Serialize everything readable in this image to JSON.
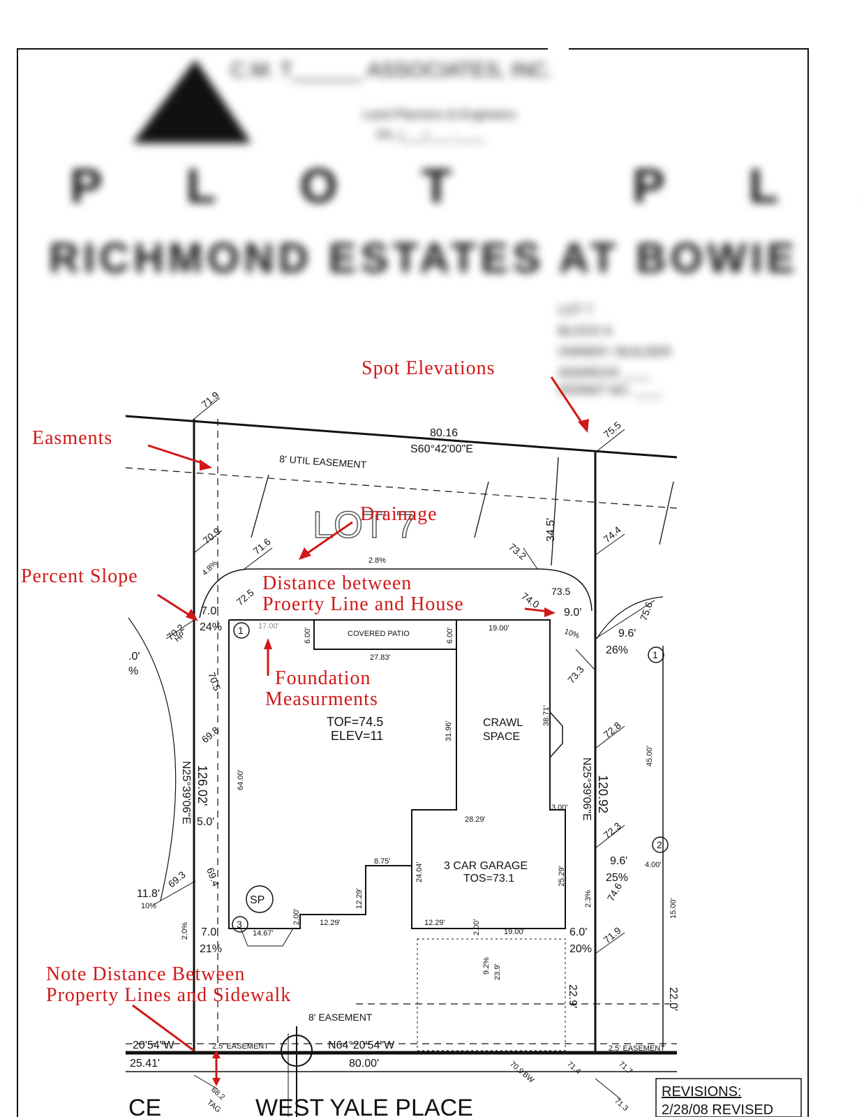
{
  "title_block": {
    "company": "C.M. T______ ASSOCIATES, INC.",
    "company_sub1": "Land Planners & Engineers",
    "company_sub2": "Ph: (___) ___-____",
    "plan_title": "PLOT PLAN",
    "subdivision": "RICHMOND ESTATES AT BOWIE",
    "info_lines": [
      "LOT 7",
      "BLOCK A",
      "OWNER / BUILDER",
      "ADDRESS ____",
      "PERMIT NO. ____"
    ]
  },
  "annotations": {
    "spot_elevations": "Spot Elevations",
    "easments": "Easments",
    "drainage": "Drainage",
    "percent_slope": "Percent Slope",
    "distance_line1": "Distance between",
    "distance_line2": "Proerty Line and House",
    "foundation_line1": "Foundation",
    "foundation_line2": "Measurments",
    "sidewalk_line1": "Note Distance Between",
    "sidewalk_line2": "Property Lines and Sidewalk"
  },
  "plan": {
    "lot_label": "LOT 7",
    "top_line_length": "80.16",
    "top_line_bearing": "S60°42'00\"E",
    "util_easement": "8' UTIL EASEMENT",
    "covered_patio": "COVERED PATIO",
    "crawl_space_1": "CRAWL",
    "crawl_space_2": "SPACE",
    "tof": "TOF=74.5",
    "elev": "ELEV=11",
    "garage_1": "3 CAR GARAGE",
    "garage_2": "TOS=73.1",
    "sp": "SP",
    "easement_8": "8' EASEMENT",
    "easement_25_left": "2.5' EASEMENT",
    "easement_25_right": "2.5' EASEMENT",
    "bottom_bearing": "N64°20'54\"W",
    "bottom_bearing_left": "20'54\"W",
    "bottom_length": "80.00'",
    "bottom_left_length": "25.41'",
    "left_bearing": "N25°39'06\"E",
    "left_length": "126.02'",
    "right_bearing": "N25°39'06\"E",
    "right_length": "120.92",
    "street": "WEST YALE PLACE",
    "street_left": "CE",
    "revisions_label": "REVISIONS:",
    "revisions_date": "2/28/08 REVISED",
    "dims": {
      "d_7_0_top": "7.0'",
      "d_24pct": "24%",
      "d_9_0": "9.0'",
      "d_9_6_top": "9.6'",
      "d_26pct": "26%",
      "d_17_00": "17.00'",
      "d_6_00a": "6.00'",
      "d_6_00b": "6.00'",
      "d_27_83": "27.83'",
      "d_19_00_top": "19.00'",
      "d_31_96": "31.96'",
      "d_38_71": "38.71'",
      "d_64_00": "64.00'",
      "d_45_00": "45.00'",
      "d_5_0": "5.0'",
      "d_28_29": "28.29'",
      "d_3_00": "3.00'",
      "d_8_75": "8.75'",
      "d_24_04": "24.04'",
      "d_25_29": "25.29'",
      "d_12_29a": "12.29'",
      "d_12_29b": "12.29'",
      "d_12_29c": "12.29'",
      "d_2_00a": "2.00'",
      "d_2_00b": "2.00'",
      "d_14_67": "14.67'",
      "d_19_00_bot": "19.00'",
      "d_7_0_bot": "7.0'",
      "d_21pct": "21%",
      "d_6_0": "6.0'",
      "d_20pct": "20%",
      "d_9_6_mid": "9.6'",
      "d_25pct": "25%",
      "d_4_00": "4.00'",
      "d_15_00": "15.00'",
      "d_22_0a": "22.0'",
      "d_22_9": "22.9'",
      "d_23_9": "23.9'",
      "d_9_2pct": "9.2%",
      "d_34_5": "34.5'",
      "d_11_8": "11.8'",
      "d_10pct_l": "10%",
      "d_3_0": ".0'",
      "d_pct_l": "%",
      "d_2_8pct": "2.8%",
      "d_10pct_r": "10%",
      "d_2_0pct": "2.0%",
      "d_2_3pct": "2.3%",
      "d_4_8pct": "4.8%"
    },
    "spots": {
      "s71_9": "71.9",
      "s75_5": "75.5",
      "s70_9a": "70.9",
      "s71_6": "71.6",
      "s73_2": "73.2",
      "s74_4": "74.4",
      "s72_5": "72.5",
      "s74_0": "74.0",
      "s73_5": "73.5",
      "s70_2": "70.2",
      "s75_6": "75.6",
      "s73_3": "73.3",
      "s70_5": "70.5",
      "s69_8": "69.8",
      "s72_8": "72.8",
      "s72_3": "72.3",
      "s69_3": "69.3",
      "s69_4": "69.4",
      "s74_6": "74.6",
      "s71_9b": "71.9",
      "s70_9b": "70.9",
      "s71_4": "71.4",
      "s71_7": "71.7",
      "s68_2": "68.2",
      "s71_3": "71.3",
      "hp": "HP",
      "bw": "BW",
      "tag": "TAG"
    },
    "markers": {
      "m1": "1",
      "m2": "2",
      "m3": "3"
    }
  }
}
